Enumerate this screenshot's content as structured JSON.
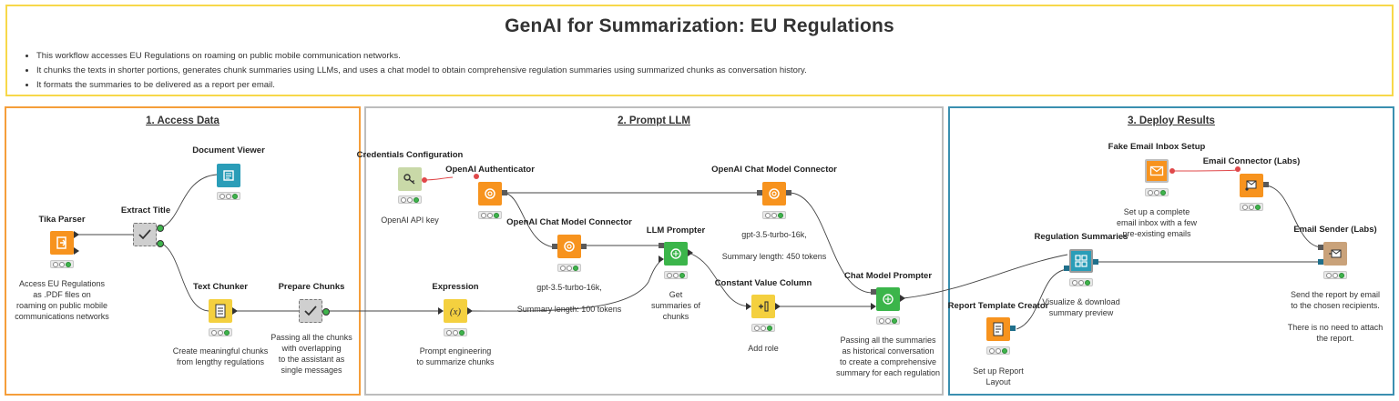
{
  "header": {
    "title": "GenAI for Summarization: EU Regulations",
    "bullets": [
      "This workflow accesses EU Regulations on roaming on public mobile communication networks.",
      "It chunks the texts in shorter portions, generates chunk summaries using LLMs, and uses a chat model to obtain comprehensive regulation summaries using summarized chunks as conversation history.",
      "It formats the summaries to be delivered as a report per email."
    ]
  },
  "sections": {
    "access": "1. Access Data",
    "prompt": "2. Prompt LLM",
    "deploy": "3. Deploy Results"
  },
  "colors": {
    "header_border": "#f7d84a",
    "access_border": "#f59e3a",
    "prompt_border": "#bdbdbd",
    "deploy_border": "#3a8fb0",
    "source_node": "#f7931e",
    "learner_node": "#f7931e",
    "manipulator_node": "#f4d03f",
    "predictor_node": "#3bb54a",
    "viewer_node": "#2a9db8",
    "sink_node": "#c9a27a",
    "metanode": "#cccccc",
    "status_ok": "#3fb44c",
    "error_port": "#e0484a"
  },
  "nodes": {
    "tika": {
      "label": "Tika Parser",
      "desc": "Access EU Regulations\nas .PDF files on\nroaming on public mobile\ncommunications networks"
    },
    "extract": {
      "label": "Extract Title",
      "desc": ""
    },
    "docviewer": {
      "label": "Document Viewer",
      "desc": ""
    },
    "chunker": {
      "label": "Text Chunker",
      "desc": "Create meaningful chunks\nfrom lengthy regulations"
    },
    "prepare": {
      "label": "Prepare Chunks",
      "desc": "Passing all the chunks\nwith overlapping\nto the assistant as\nsingle messages"
    },
    "creds": {
      "label": "Credentials Configuration",
      "desc": "OpenAI API key"
    },
    "auth": {
      "label": "OpenAI Authenticator",
      "desc": ""
    },
    "chat1": {
      "label": "OpenAI Chat Model Connector",
      "desc": "gpt-3.5-turbo-16k,\n\nSummary length: 100 tokens"
    },
    "chat2": {
      "label": "OpenAI Chat Model Connector",
      "desc": "gpt-3.5-turbo-16k,\n\nSummary length: 450 tokens"
    },
    "expression": {
      "label": "Expression",
      "desc": "Prompt engineering\nto summarize chunks"
    },
    "llmprompter": {
      "label": "LLM Prompter",
      "desc": "Get\nsummaries of\nchunks"
    },
    "constant": {
      "label": "Constant Value Column",
      "desc": "Add role"
    },
    "chatprompter": {
      "label": "Chat Model Prompter",
      "desc": "Passing all the summaries\nas historical conversation\nto create a comprehensive\nsummary for each regulation"
    },
    "fakeemail": {
      "label": "Fake Email Inbox Setup",
      "desc": "Set up a complete\nemail inbox with a few\npre-existing emails"
    },
    "emailconn": {
      "label": "Email Connector (Labs)",
      "desc": ""
    },
    "regsum": {
      "label": "Regulation Summaries",
      "desc": "Visualize & download\nsummary preview"
    },
    "report": {
      "label": "Report Template Creator",
      "desc": "Set up Report\nLayout"
    },
    "emailsender": {
      "label": "Email Sender (Labs)",
      "desc": "Send the report by email\nto the chosen recipients.\n\nThere is no need to attach\nthe report."
    }
  }
}
